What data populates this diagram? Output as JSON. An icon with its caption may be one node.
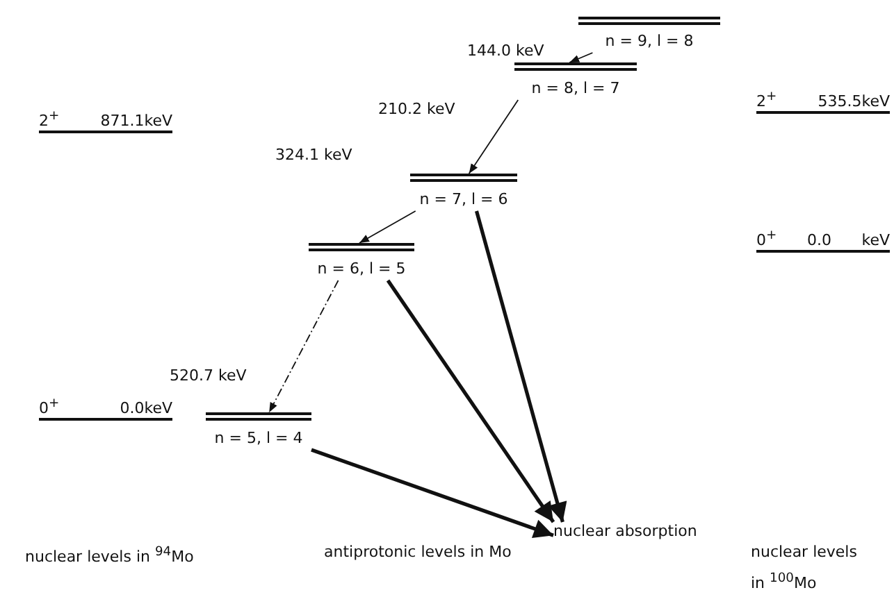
{
  "diagram": {
    "nodes": [
      {
        "text": [
          "n = 9, l = 8"
        ]
      },
      {
        "text": [
          "n = 8, l = 7"
        ]
      },
      {
        "text": [
          "n = 7, l = 6"
        ]
      },
      {
        "text": [
          "n = 6, l = 5"
        ]
      },
      {
        "text": [
          "n = 5, l = 4"
        ]
      },
      {
        "text": [
          "nuclear absorption"
        ]
      }
    ],
    "edges": [
      {
        "from": 0,
        "to": 1,
        "arrow": "to",
        "label": "144.0 keV"
      },
      {
        "from": 1,
        "to": 2,
        "arrow": "to",
        "label": "210.2 keV"
      },
      {
        "from": 2,
        "to": 3,
        "arrow": "to",
        "label": "324.1 keV"
      },
      {
        "from": 3,
        "to": 4,
        "arrow": "to",
        "label": "520.7 keV",
        "style": "dashed"
      },
      {
        "from": 2,
        "to": 5,
        "arrow": "to",
        "style": "thick"
      },
      {
        "from": 3,
        "to": 5,
        "arrow": "to",
        "style": "thick"
      },
      {
        "from": 4,
        "to": 5,
        "arrow": "to",
        "style": "thick"
      }
    ],
    "labels": [
      "2$^{+}$ 535.5keV",
      "2$^{+}$ 871.1keV",
      "0$^{+}$ 0.0 keV",
      "0$^{+}$ 0.0keV",
      "nuclear levels in $^{94}$Mo",
      "antiprotonic levels in Mo",
      "nuclear levels in $^{100}$Mo"
    ]
  }
}
